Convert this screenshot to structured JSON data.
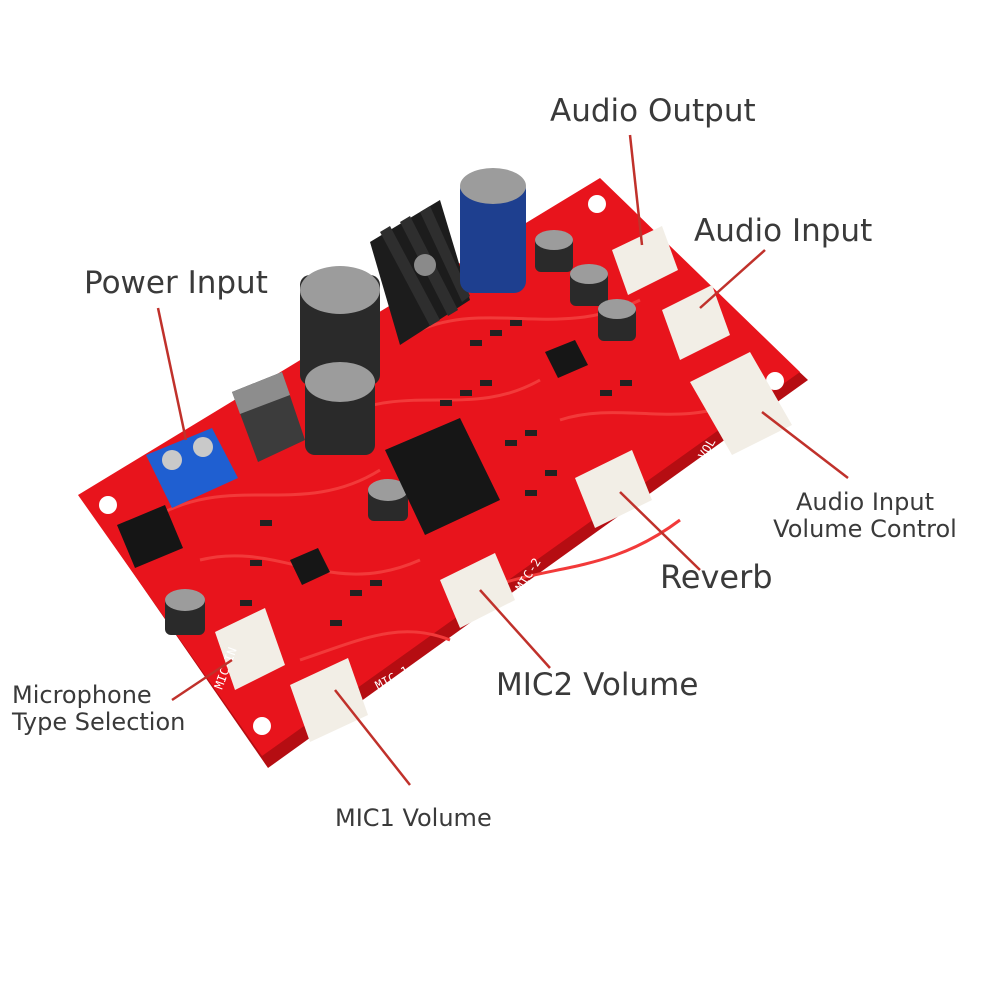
{
  "colors": {
    "board": "#e8141c",
    "board_edge": "#b50d12",
    "trace": "#f23a3a",
    "leader": "#c0312b",
    "label_text": "#3a3a3a",
    "connector": "#f2eee6",
    "terminal": "#1f5fd1",
    "heatsink": "#1c1c1c",
    "chip": "#161616",
    "cap_dark": "#2a2a2a",
    "cap_blue": "#1e3f8f",
    "cap_silver": "#9c9c9c"
  },
  "icons": {
    "power_terminal": "screw-terminal-icon",
    "connector": "jst-connector-icon",
    "capacitor": "electrolytic-capacitor-icon",
    "heatsink": "heatsink-icon",
    "ic": "ic-chip-icon",
    "jumper": "jumper-header-icon"
  },
  "labels": {
    "audio_output": "Audio Output",
    "audio_input": "Audio Input",
    "power_input": "Power Input",
    "audio_input_volume_control": [
      "Audio Input",
      "Volume Control"
    ],
    "reverb": "Reverb",
    "mic2_volume": "MIC2 Volume",
    "microphone_type_selection": [
      "Microphone",
      "Type Selection"
    ],
    "mic1_volume": "MIC1 Volume"
  },
  "silkscreen": {
    "mic1": "MIC-1",
    "mic2": "MIC-2",
    "mic_in": "MIC-IN",
    "vol": "VOL"
  }
}
